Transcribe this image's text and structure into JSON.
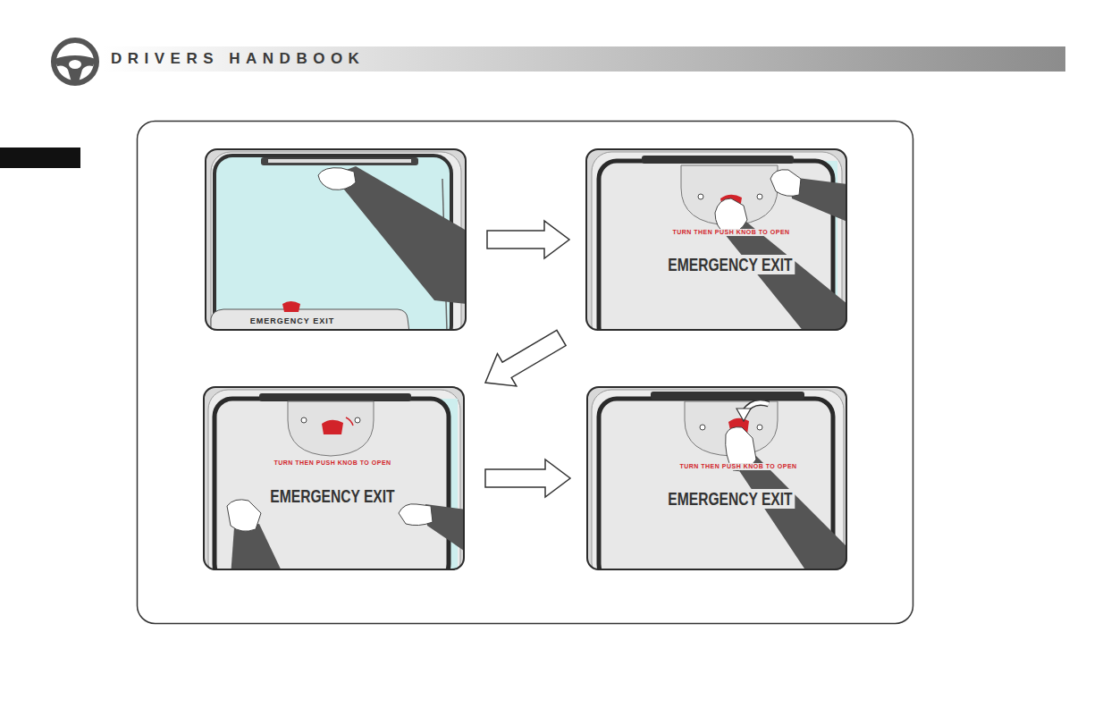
{
  "diagram": {
    "title": "DRIVERS HANDBOOK",
    "nodes": [
      {
        "text": [
          "EMERGENCY EXIT"
        ]
      },
      {
        "text": [
          "TURN THEN PUSH KNOB TO OPEN",
          "EMERGENCY EXIT"
        ]
      },
      {
        "text": [
          "TURN THEN PUSH KNOB TO OPEN",
          "EMERGENCY EXIT"
        ]
      },
      {
        "text": [
          "TURN THEN PUSH KNOB TO OPEN",
          "EMERGENCY EXIT"
        ]
      }
    ],
    "edges": [
      {
        "from": 0,
        "to": 1,
        "arrow": "to"
      },
      {
        "from": 1,
        "to": 2,
        "arrow": "to"
      },
      {
        "from": 2,
        "to": 3,
        "arrow": "to"
      }
    ]
  }
}
